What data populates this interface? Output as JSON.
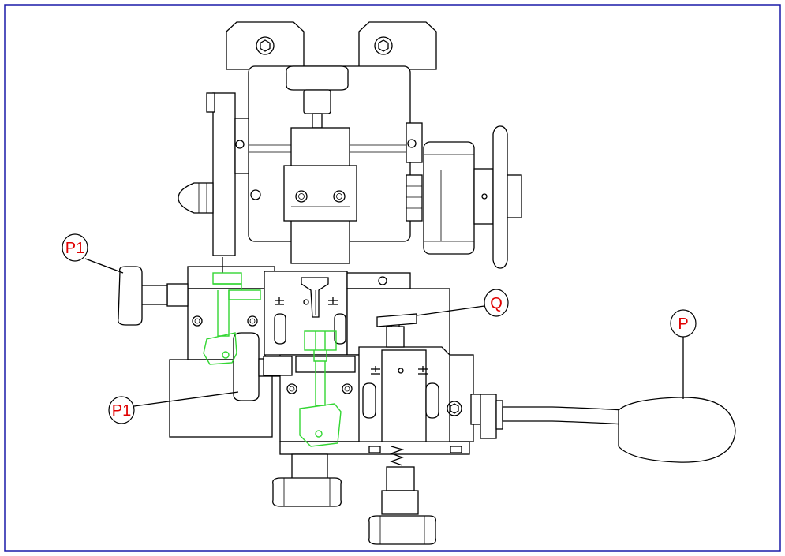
{
  "colors": {
    "border": "#1a1aa8",
    "callout_text": "#e00000",
    "key_highlight": "#33d633",
    "line": "#000000"
  },
  "callouts": [
    {
      "id": "p1-top",
      "label": "P1"
    },
    {
      "id": "q",
      "label": "Q"
    },
    {
      "id": "p",
      "label": "P"
    },
    {
      "id": "p1-bottom",
      "label": "P1"
    }
  ]
}
